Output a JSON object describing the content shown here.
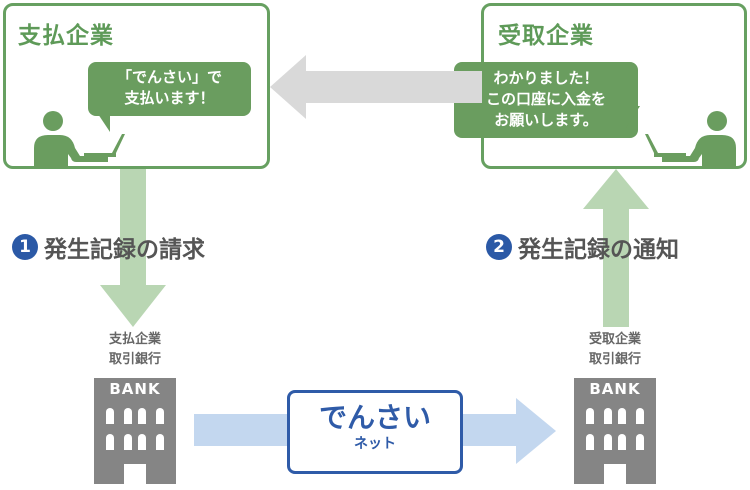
{
  "payer": {
    "title": "支払企業",
    "bubble_lines": [
      "「でんさい」で",
      "支払います！"
    ]
  },
  "payee": {
    "title": "受取企業",
    "bubble_lines": [
      "わかりました！",
      "この口座に入金を",
      "お願いします。"
    ]
  },
  "steps": [
    {
      "number": "1",
      "label": "発生記録の請求"
    },
    {
      "number": "2",
      "label": "発生記録の通知"
    }
  ],
  "payer_bank": {
    "caption_lines": [
      "支払企業",
      "取引銀行"
    ],
    "sign": "BANK"
  },
  "payee_bank": {
    "caption_lines": [
      "受取企業",
      "取引銀行"
    ],
    "sign": "BANK"
  },
  "network": {
    "name": "でんさい",
    "sub": "ネット"
  },
  "colors": {
    "green_border": "#67a061",
    "green_bubble": "#6a9d5f",
    "green_arrow": "#b9d6b3",
    "gray_arrow": "#d9d9d9",
    "blue": "#2f5ba8",
    "blue_arrow": "#c3d7ef",
    "bank_gray": "#858585"
  }
}
